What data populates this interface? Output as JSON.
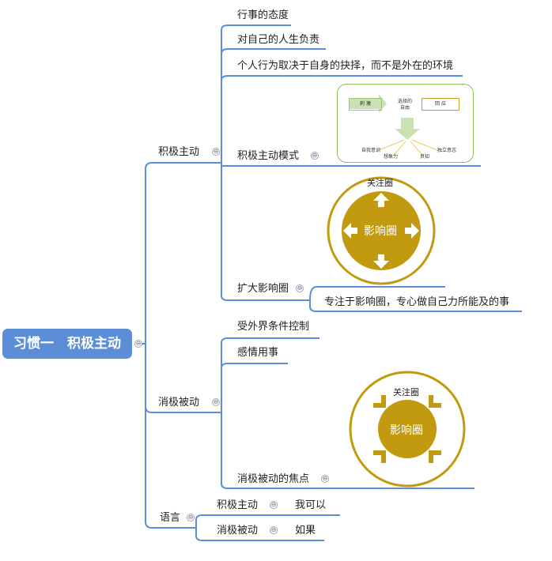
{
  "root": {
    "label": "习惯一　积极主动"
  },
  "branches": {
    "positive": {
      "label": "积极主动",
      "items": [
        "行事的态度",
        "对自己的人生负责",
        "个人行为取决于自身的抉择，而不是外在的环境"
      ],
      "mode_label": "积极主动模式",
      "mode_figure": {
        "stimulus": "刺 激",
        "freedom": "选择的\n自由",
        "response": "回 应",
        "traits": [
          "自我意识",
          "想象力",
          "良知",
          "独立意志"
        ]
      },
      "expand_label": "扩大影响圈",
      "expand_note": "专注于影响圈，专心做自己力所能及的事",
      "circle": {
        "outer": "关注圈",
        "inner": "影响圈"
      }
    },
    "negative": {
      "label": "消极被动",
      "items": [
        "受外界条件控制",
        "感情用事"
      ],
      "focus_label": "消极被动的焦点",
      "circle": {
        "outer": "关注圈",
        "inner": "影响圈"
      }
    },
    "language": {
      "label": "语言",
      "rows": [
        {
          "type": "积极主动",
          "phrase": "我可以"
        },
        {
          "type": "消极被动",
          "phrase": "如果"
        }
      ]
    }
  },
  "colors": {
    "line": "#5b8ed6",
    "gold": "#c19a10",
    "root_fill": "#5b8ed6",
    "panel_border": "#8cbd5a"
  },
  "toggle_symbol": "⊖"
}
